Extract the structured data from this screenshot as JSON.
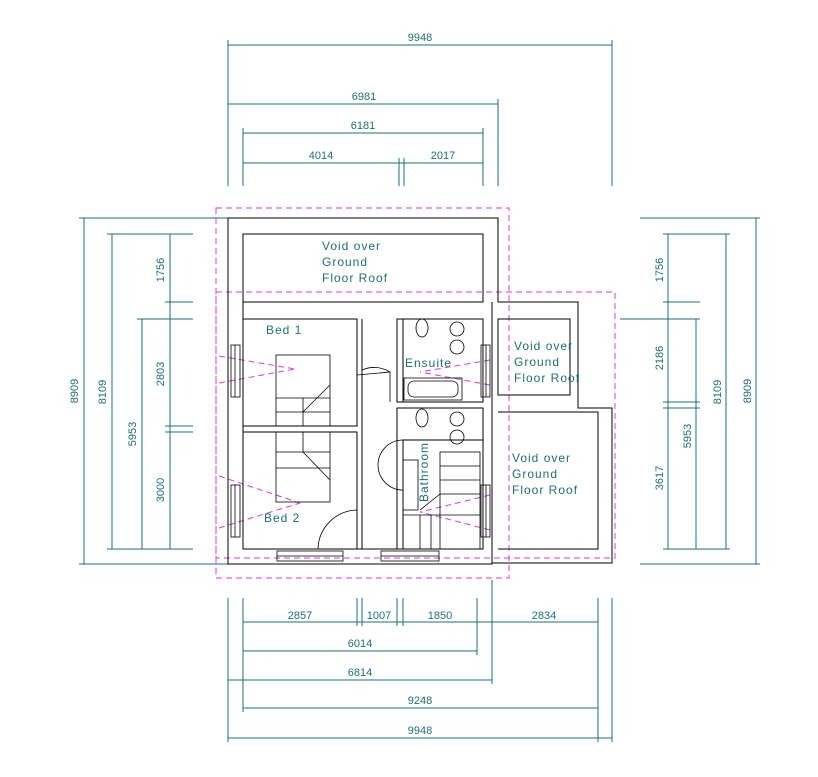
{
  "dimensions": {
    "top": {
      "total": "9948",
      "d6981": "6981",
      "d6181": "6181",
      "d4014": "4014",
      "d2017": "2017"
    },
    "bottom": {
      "d2857": "2857",
      "d1007": "1007",
      "d1850": "1850",
      "d2834": "2834",
      "d6014": "6014",
      "d6814": "6814",
      "d9248": "9248",
      "total": "9948"
    },
    "left": {
      "d8909": "8909",
      "d8109": "8109",
      "d5953": "5953",
      "d1756": "1756",
      "d2803": "2803",
      "d3000": "3000"
    },
    "right": {
      "d1756": "1756",
      "d2186": "2186",
      "d3617": "3617",
      "d5953": "5953",
      "d8109": "8109",
      "d8909": "8909"
    }
  },
  "rooms": {
    "void_top": [
      "Void over",
      "Ground",
      "Floor Roof"
    ],
    "void_right_top": [
      "Void over",
      "Ground",
      "Floor Roof"
    ],
    "void_right_bottom": [
      "Void over",
      "Ground",
      "Floor Roof"
    ],
    "bed1": "Bed 1",
    "bed2": "Bed 2",
    "ensuite": "Ensuite",
    "bathroom": "Bathroom"
  },
  "colors": {
    "dimension": "#1f6f6f",
    "hidden_line": "#d63fd6",
    "wall": "#000000"
  }
}
